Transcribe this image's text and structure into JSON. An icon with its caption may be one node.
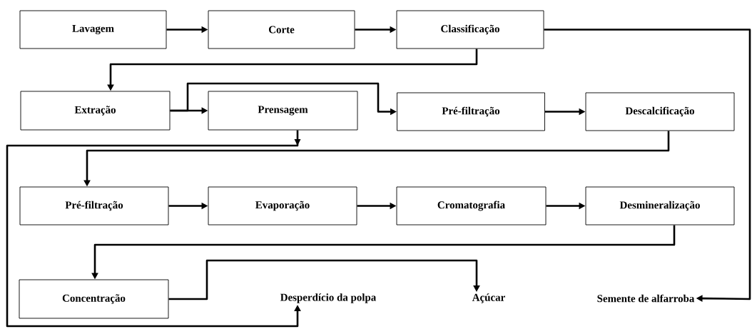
{
  "diagram": {
    "nodes": [
      {
        "text": [
          "Lavagem"
        ]
      },
      {
        "text": [
          "Corte"
        ]
      },
      {
        "text": [
          "Classificação"
        ]
      },
      {
        "text": [
          "Extração"
        ]
      },
      {
        "text": [
          "Prensagem"
        ]
      },
      {
        "text": [
          "Pré-filtração"
        ]
      },
      {
        "text": [
          "Descalcificação"
        ]
      },
      {
        "text": [
          "Pré-filtração"
        ]
      },
      {
        "text": [
          "Evaporação"
        ]
      },
      {
        "text": [
          "Cromatografia"
        ]
      },
      {
        "text": [
          "Desmineralização"
        ]
      },
      {
        "text": [
          "Concentração"
        ]
      },
      {
        "text": [
          "Desperdício da polpa"
        ]
      },
      {
        "text": [
          "Açúcar"
        ]
      },
      {
        "text": [
          "Semente de alfarroba"
        ]
      }
    ],
    "edges": [
      {
        "from": 0,
        "to": 1,
        "arrow": "to"
      },
      {
        "from": 1,
        "to": 2,
        "arrow": "to"
      },
      {
        "from": 2,
        "to": 3,
        "arrow": "to"
      },
      {
        "from": 3,
        "to": 4,
        "arrow": "to"
      },
      {
        "from": 3,
        "to": 5,
        "arrow": "to"
      },
      {
        "from": 5,
        "to": 6,
        "arrow": "to"
      },
      {
        "from": 6,
        "to": 7,
        "arrow": "to"
      },
      {
        "from": 7,
        "to": 8,
        "arrow": "to"
      },
      {
        "from": 8,
        "to": 9,
        "arrow": "to"
      },
      {
        "from": 9,
        "to": 10,
        "arrow": "to"
      },
      {
        "from": 10,
        "to": 11,
        "arrow": "to"
      },
      {
        "from": 11,
        "to": 13,
        "arrow": "to"
      },
      {
        "from": 4,
        "to": 12,
        "arrow": "to"
      },
      {
        "from": 2,
        "to": 14,
        "arrow": "to"
      }
    ]
  }
}
